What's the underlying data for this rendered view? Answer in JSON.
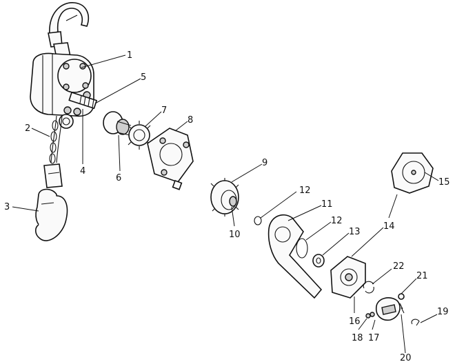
{
  "callouts": [
    {
      "id": "c1",
      "text": "1"
    },
    {
      "id": "c2",
      "text": "2"
    },
    {
      "id": "c3",
      "text": "3"
    },
    {
      "id": "c4",
      "text": "4"
    },
    {
      "id": "c5",
      "text": "5"
    },
    {
      "id": "c6",
      "text": "6"
    },
    {
      "id": "c7",
      "text": "7"
    },
    {
      "id": "c8",
      "text": "8"
    },
    {
      "id": "c9",
      "text": "9"
    },
    {
      "id": "c10",
      "text": "10"
    },
    {
      "id": "c11",
      "text": "11"
    },
    {
      "id": "c12a",
      "text": "12"
    },
    {
      "id": "c12b",
      "text": "12"
    },
    {
      "id": "c13",
      "text": "13"
    },
    {
      "id": "c14",
      "text": "14"
    },
    {
      "id": "c15",
      "text": "15"
    },
    {
      "id": "c16",
      "text": "16"
    },
    {
      "id": "c17",
      "text": "17"
    },
    {
      "id": "c18",
      "text": "18"
    },
    {
      "id": "c19",
      "text": "19"
    },
    {
      "id": "c20",
      "text": "20"
    },
    {
      "id": "c21",
      "text": "21"
    },
    {
      "id": "c22",
      "text": "22"
    }
  ]
}
